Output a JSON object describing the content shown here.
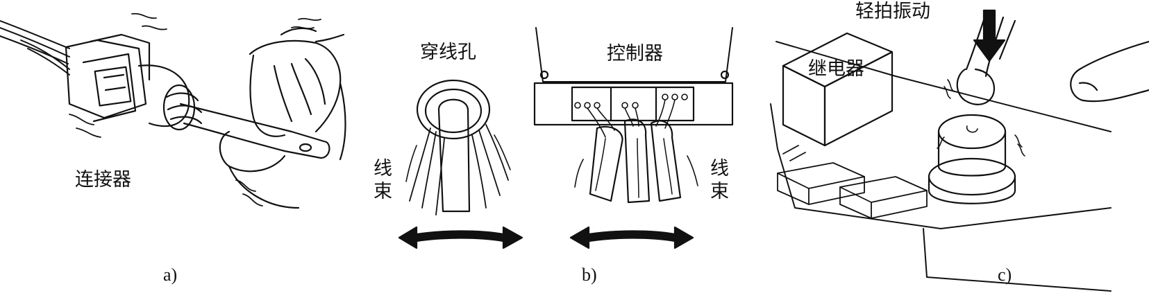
{
  "panels": {
    "a": {
      "caption": "a)",
      "label_connector": "连接器"
    },
    "b": {
      "caption": "b)",
      "label_grommet": "穿线孔",
      "label_controller": "控制器",
      "label_harness_left": "线束",
      "label_harness_right": "线束"
    },
    "c": {
      "caption": "c)",
      "label_relay": "继电器",
      "label_tap": "轻拍振动"
    }
  },
  "colors": {
    "ink": "#111111",
    "background": "#ffffff"
  }
}
